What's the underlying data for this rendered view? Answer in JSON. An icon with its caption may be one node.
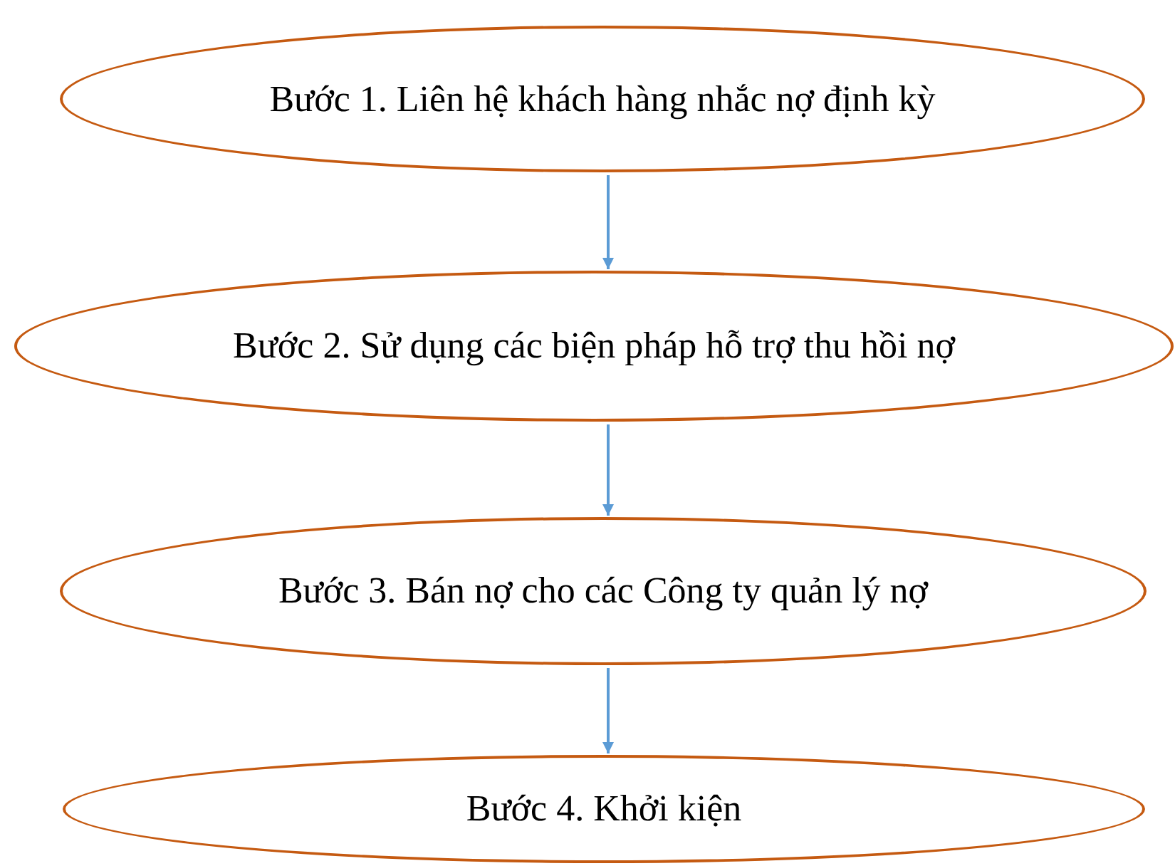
{
  "diagram": {
    "nodes": [
      {
        "text": [
          "Bước 1. Liên hệ khách hàng nhắc nợ định kỳ"
        ]
      },
      {
        "text": [
          "Bước 2. Sử dụng các biện pháp hỗ trợ thu hồi nợ"
        ]
      },
      {
        "text": [
          "Bước 3. Bán nợ cho các Công ty quản lý nợ"
        ]
      },
      {
        "text": [
          "Bước 4. Khởi kiện"
        ]
      }
    ],
    "edges": [
      {
        "from": 0,
        "to": 1,
        "arrow": "to"
      },
      {
        "from": 1,
        "to": 2,
        "arrow": "to"
      },
      {
        "from": 2,
        "to": 3,
        "arrow": "to"
      }
    ]
  }
}
